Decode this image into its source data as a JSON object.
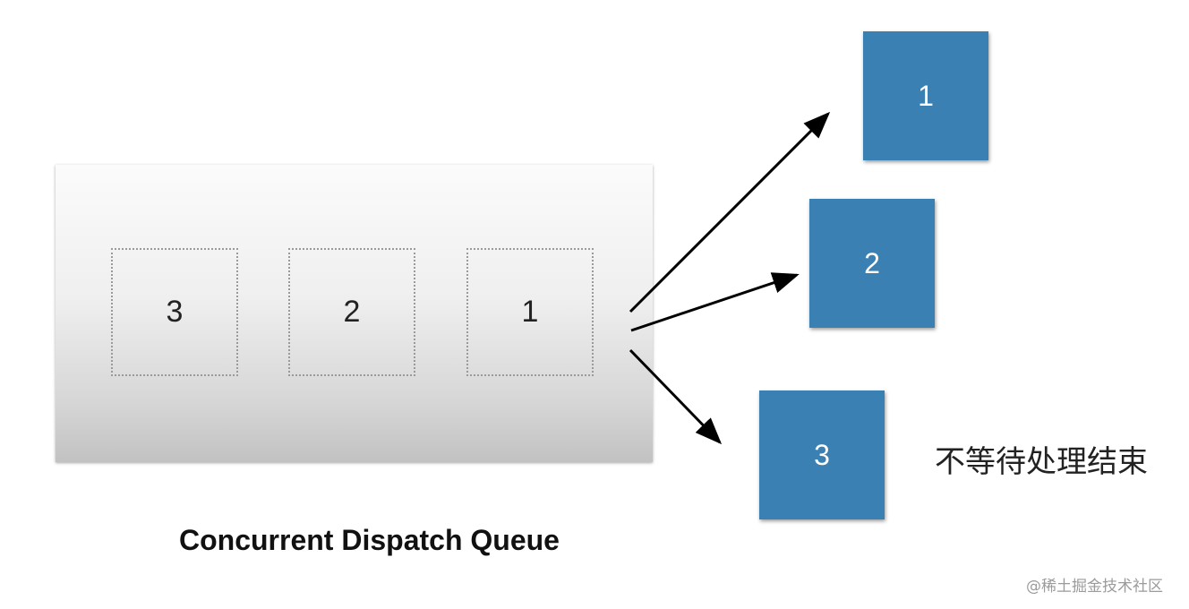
{
  "queue": {
    "caption": "Concurrent Dispatch Queue",
    "slots": [
      "3",
      "2",
      "1"
    ]
  },
  "tasks": [
    "1",
    "2",
    "3"
  ],
  "note": "不等待处理结束",
  "watermark": "@稀土掘金技术社区",
  "colors": {
    "task_fill": "#3a80b3",
    "arrow": "#000000"
  }
}
